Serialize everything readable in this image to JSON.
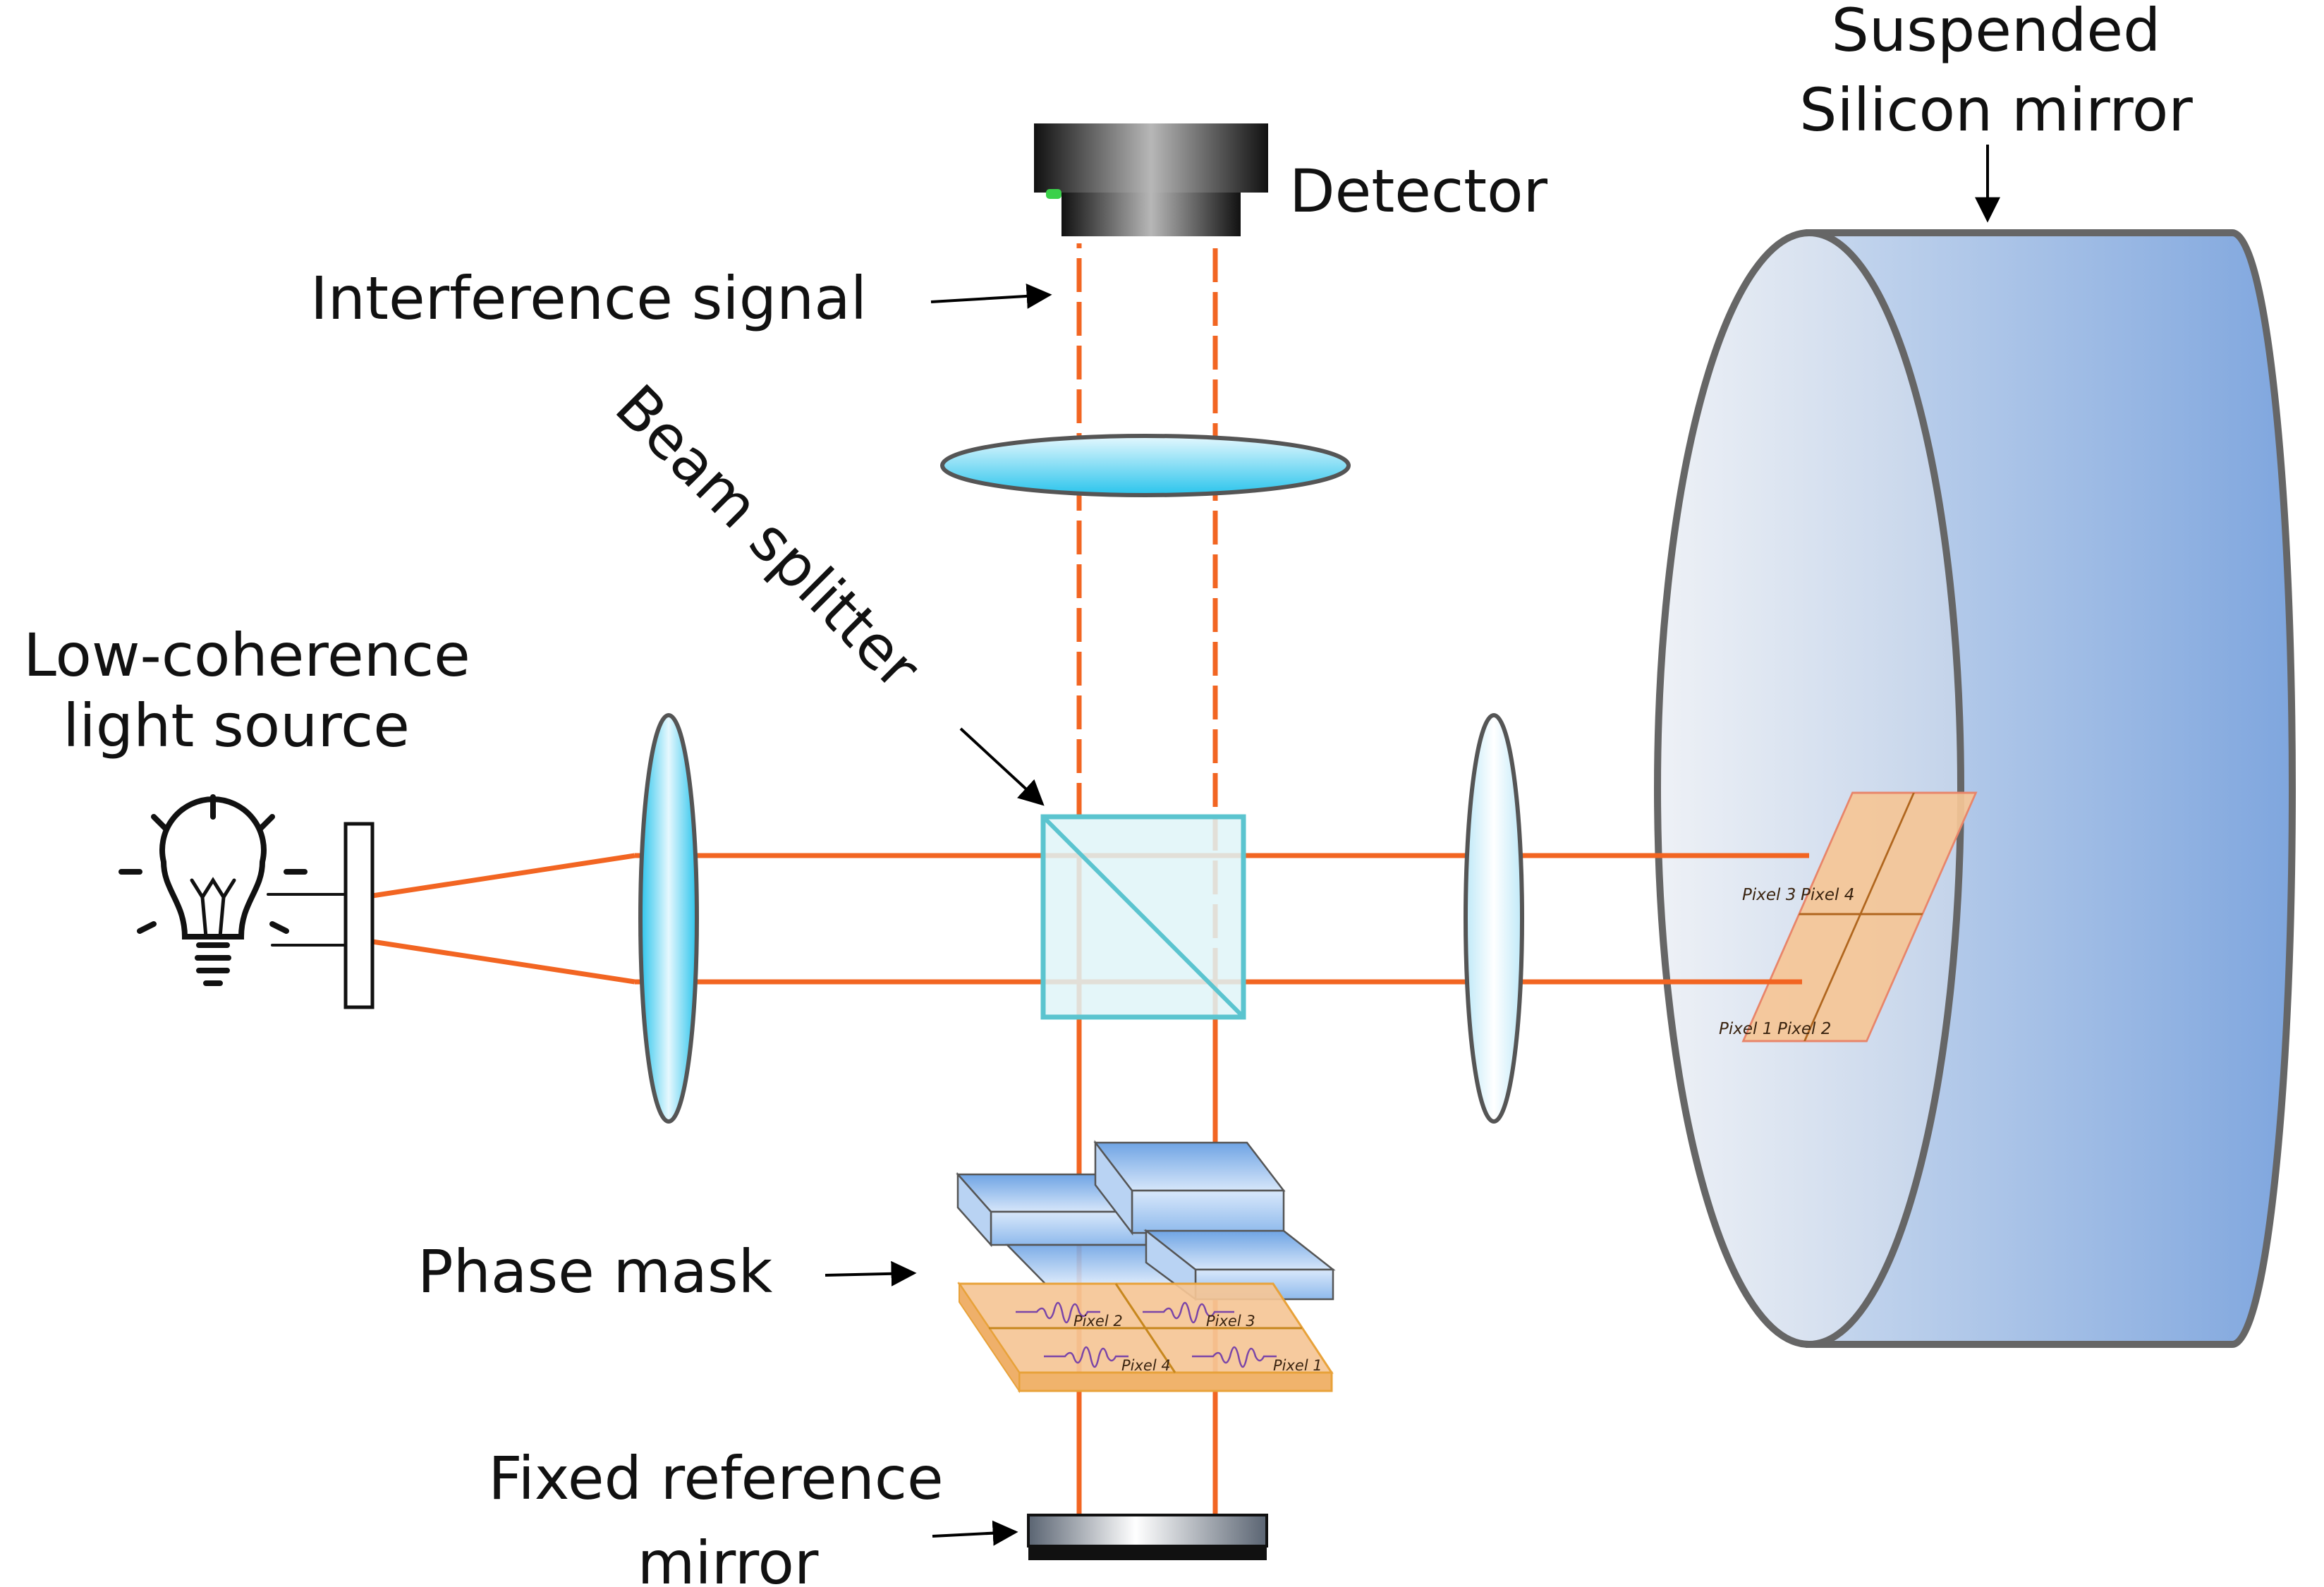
{
  "labels": {
    "silicon_mirror_line1": "Suspended",
    "silicon_mirror_line2": "Silicon mirror",
    "detector": "Detector",
    "interference_signal": "Interference signal",
    "beam_splitter": "Beam splitter",
    "light_source_line1": "Low-coherence",
    "light_source_line2": "light source",
    "phase_mask": "Phase mask",
    "reference_mirror_line1": "Fixed reference",
    "reference_mirror_line2": "mirror"
  },
  "mirror_pixels": [
    "Pixel 1",
    "Pixel 2",
    "Pixel 3",
    "Pixel 4"
  ],
  "mask_pixels": [
    "Pixel 2",
    "Pixel 3",
    "Pixel 4",
    "Pixel 1"
  ],
  "colors": {
    "beam": "#f26522",
    "lens": "#40d0f0",
    "splitter": "#5bc4cf",
    "mirror_blue": "#7fa6de",
    "pixel_fill": "#f5c596",
    "mask_blue": "#6fa4e4"
  },
  "icons": [
    "light-bulb-icon"
  ]
}
